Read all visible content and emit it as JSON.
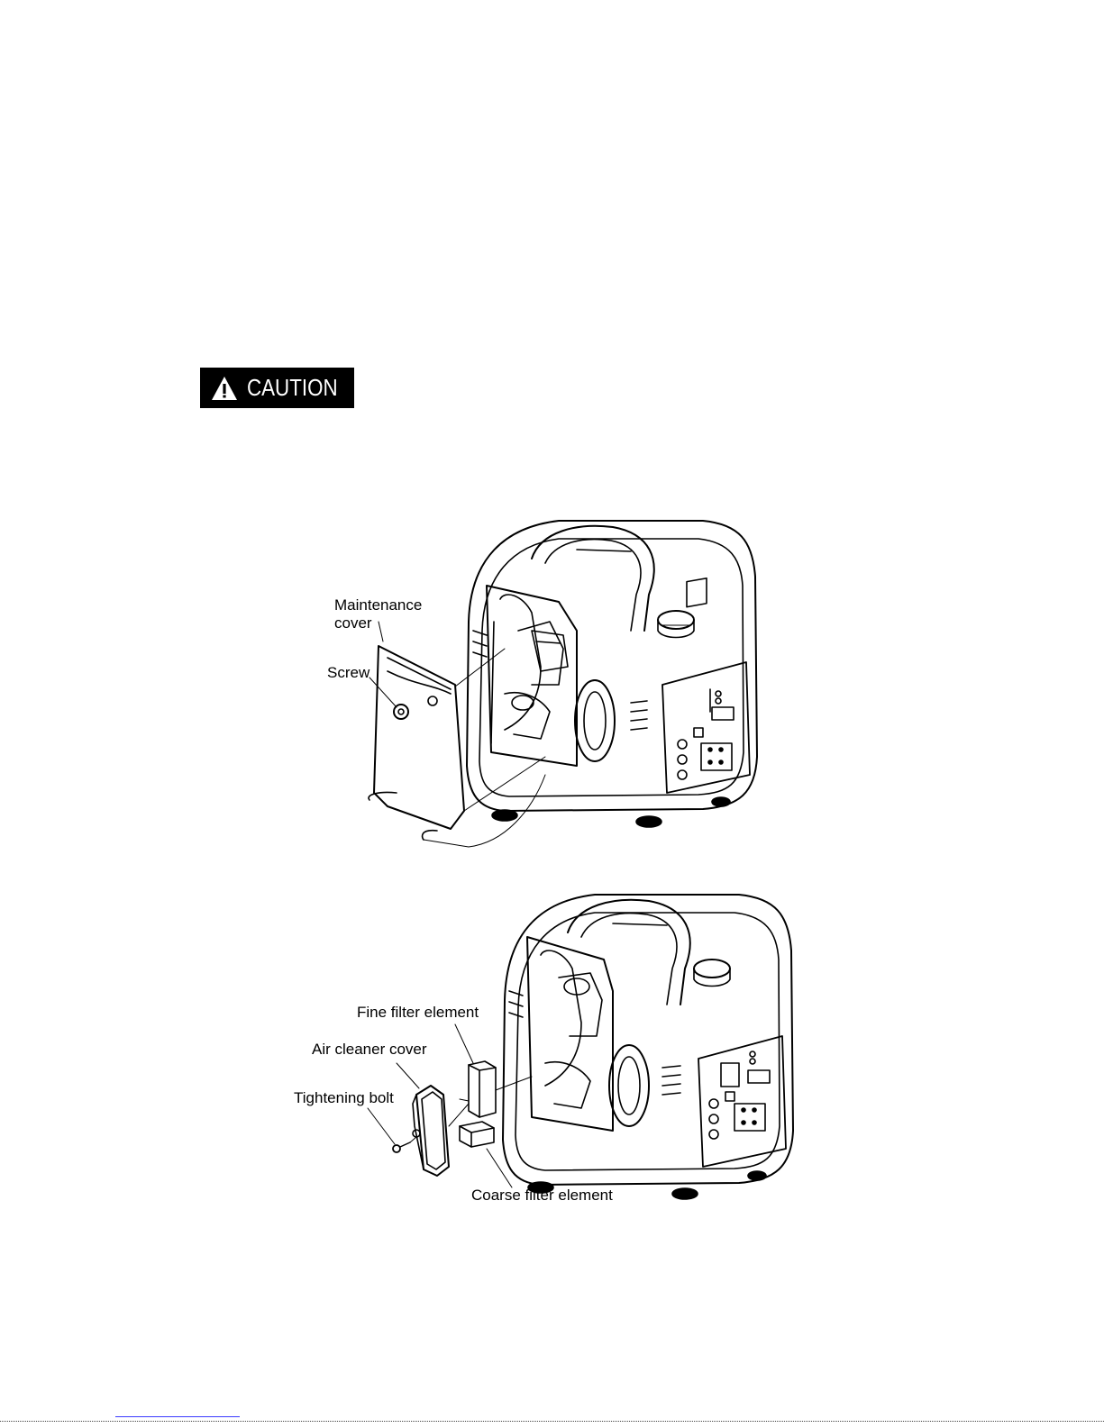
{
  "caution": {
    "label": "CAUTION"
  },
  "figure_top": {
    "labels": {
      "maintenance_cover_line1": "Maintenance",
      "maintenance_cover_line2": "cover",
      "screw": "Screw"
    }
  },
  "figure_bottom": {
    "labels": {
      "fine_filter": "Fine filter element",
      "air_cleaner_cover": "Air cleaner cover",
      "tightening_bolt": "Tightening bolt",
      "coarse_filter": "Coarse filter element"
    }
  },
  "icons": {
    "warning": "warning-triangle-icon"
  },
  "colors": {
    "badge_background": "#000000",
    "badge_text": "#ffffff",
    "link_underline": "#3a3aff"
  }
}
